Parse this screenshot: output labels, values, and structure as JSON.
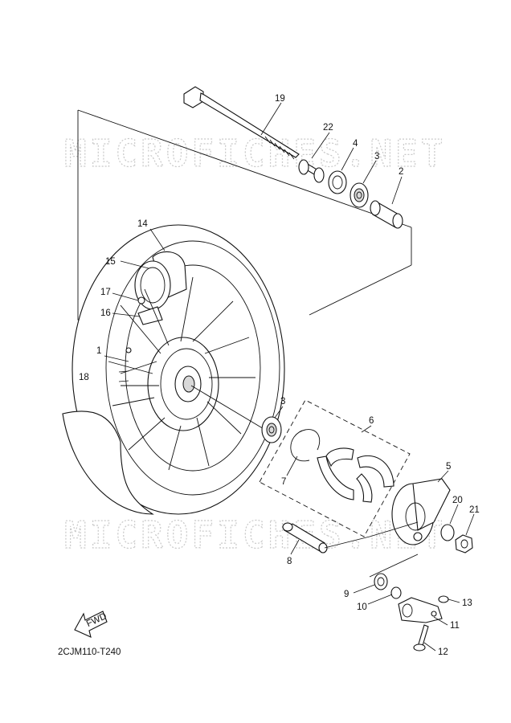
{
  "watermark": "MICROFICHES.NET",
  "diagram_code": "2CJM110-T240",
  "fwd_label": "FWD",
  "callouts": [
    {
      "id": "19",
      "label": "19"
    },
    {
      "id": "22",
      "label": "22"
    },
    {
      "id": "4",
      "label": "4"
    },
    {
      "id": "3a",
      "label": "3"
    },
    {
      "id": "2",
      "label": "2"
    },
    {
      "id": "14",
      "label": "14"
    },
    {
      "id": "15",
      "label": "15"
    },
    {
      "id": "17",
      "label": "17"
    },
    {
      "id": "16",
      "label": "16"
    },
    {
      "id": "1",
      "label": "1"
    },
    {
      "id": "18",
      "label": "18"
    },
    {
      "id": "3b",
      "label": "3"
    },
    {
      "id": "6",
      "label": "6"
    },
    {
      "id": "7",
      "label": "7"
    },
    {
      "id": "5",
      "label": "5"
    },
    {
      "id": "20",
      "label": "20"
    },
    {
      "id": "21",
      "label": "21"
    },
    {
      "id": "8",
      "label": "8"
    },
    {
      "id": "9",
      "label": "9"
    },
    {
      "id": "10",
      "label": "10"
    },
    {
      "id": "13",
      "label": "13"
    },
    {
      "id": "11",
      "label": "11"
    },
    {
      "id": "12",
      "label": "12"
    }
  ]
}
